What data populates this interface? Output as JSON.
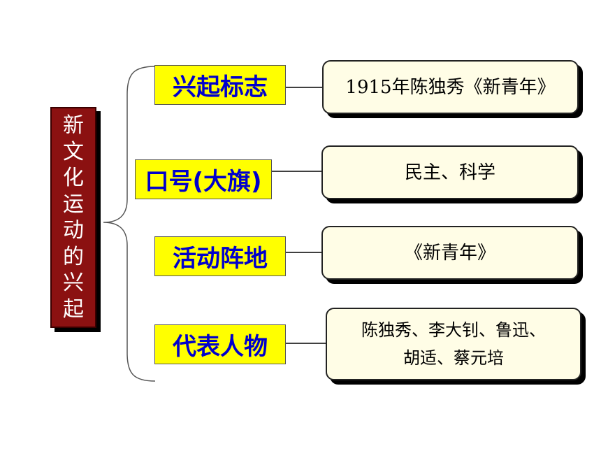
{
  "title": "新文化运动的兴起",
  "rows": [
    {
      "label": "兴起标志",
      "content": "1915年陈独秀《新青年》"
    },
    {
      "label": "口号(大旗)",
      "content": "民主、科学"
    },
    {
      "label": "活动阵地",
      "content": "《新青年》"
    },
    {
      "label": "代表人物",
      "content": "陈独秀、李大钊、鲁迅、胡适、蔡元培"
    }
  ],
  "colors": {
    "title_bg": "#8b1111",
    "label_bg": "#ffff00",
    "label_text": "#0000cc",
    "card_bg": "#fffde6"
  }
}
